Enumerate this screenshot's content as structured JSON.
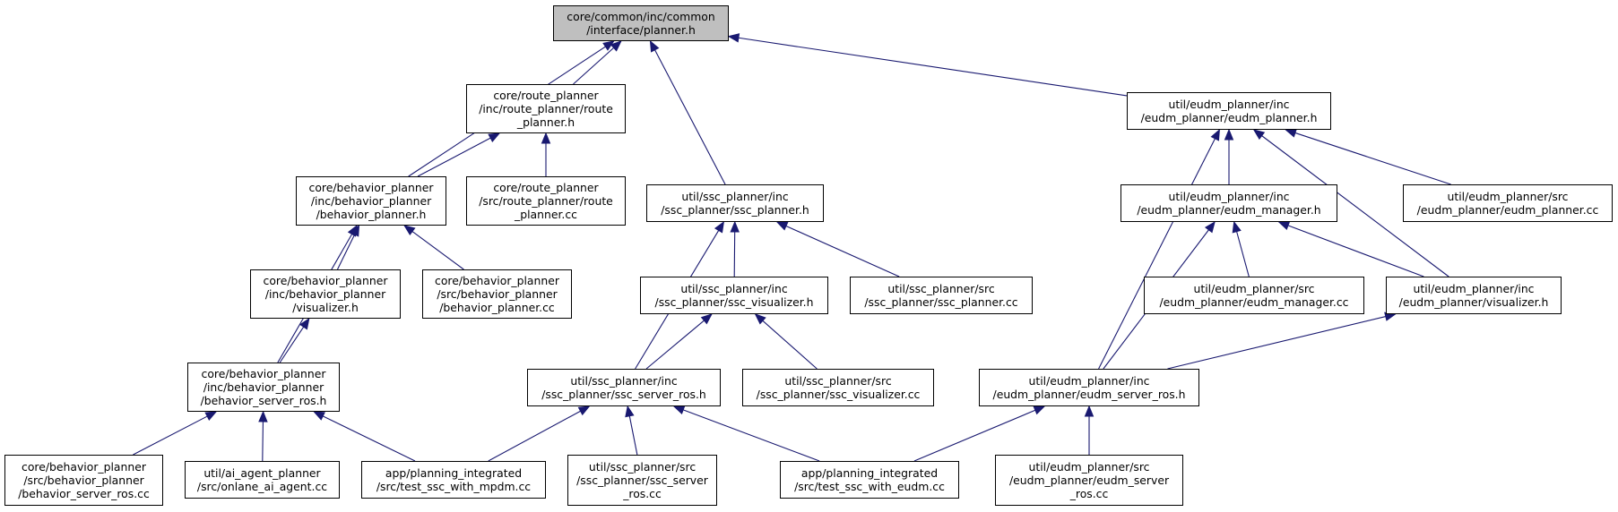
{
  "nodes": {
    "planner_h": [
      "core/common/inc/common",
      "/interface/planner.h"
    ],
    "route_planner_h": [
      "core/route_planner",
      "/inc/route_planner/route",
      "_planner.h"
    ],
    "route_planner_cc": [
      "core/route_planner",
      "/src/route_planner/route",
      "_planner.cc"
    ],
    "behavior_planner_h": [
      "core/behavior_planner",
      "/inc/behavior_planner",
      "/behavior_planner.h"
    ],
    "bp_visualizer_h": [
      "core/behavior_planner",
      "/inc/behavior_planner",
      "/visualizer.h"
    ],
    "behavior_planner_cc": [
      "core/behavior_planner",
      "/src/behavior_planner",
      "/behavior_planner.cc"
    ],
    "behavior_server_ros_h": [
      "core/behavior_planner",
      "/inc/behavior_planner",
      "/behavior_server_ros.h"
    ],
    "behavior_server_ros_cc": [
      "core/behavior_planner",
      "/src/behavior_planner",
      "/behavior_server_ros.cc"
    ],
    "onlane_ai_agent_cc": [
      "util/ai_agent_planner",
      "/src/onlane_ai_agent.cc"
    ],
    "test_ssc_with_mpdm_cc": [
      "app/planning_integrated",
      "/src/test_ssc_with_mpdm.cc"
    ],
    "ssc_planner_h": [
      "util/ssc_planner/inc",
      "/ssc_planner/ssc_planner.h"
    ],
    "ssc_visualizer_h": [
      "util/ssc_planner/inc",
      "/ssc_planner/ssc_visualizer.h"
    ],
    "ssc_planner_cc": [
      "util/ssc_planner/src",
      "/ssc_planner/ssc_planner.cc"
    ],
    "ssc_server_ros_h": [
      "util/ssc_planner/inc",
      "/ssc_planner/ssc_server_ros.h"
    ],
    "ssc_visualizer_cc": [
      "util/ssc_planner/src",
      "/ssc_planner/ssc_visualizer.cc"
    ],
    "ssc_server_ros_cc": [
      "util/ssc_planner/src",
      "/ssc_planner/ssc_server",
      "_ros.cc"
    ],
    "test_ssc_with_eudm_cc": [
      "app/planning_integrated",
      "/src/test_ssc_with_eudm.cc"
    ],
    "eudm_planner_h": [
      "util/eudm_planner/inc",
      "/eudm_planner/eudm_planner.h"
    ],
    "eudm_manager_h": [
      "util/eudm_planner/inc",
      "/eudm_planner/eudm_manager.h"
    ],
    "eudm_planner_cc": [
      "util/eudm_planner/src",
      "/eudm_planner/eudm_planner.cc"
    ],
    "eudm_manager_cc": [
      "util/eudm_planner/src",
      "/eudm_planner/eudm_manager.cc"
    ],
    "eudm_visualizer_h": [
      "util/eudm_planner/inc",
      "/eudm_planner/visualizer.h"
    ],
    "eudm_server_ros_h": [
      "util/eudm_planner/inc",
      "/eudm_planner/eudm_server_ros.h"
    ],
    "eudm_server_ros_cc": [
      "util/eudm_planner/src",
      "/eudm_planner/eudm_server",
      "_ros.cc"
    ]
  },
  "edges": [
    [
      "route_planner_h",
      "planner_h"
    ],
    [
      "behavior_planner_h",
      "planner_h"
    ],
    [
      "ssc_planner_h",
      "planner_h"
    ],
    [
      "eudm_planner_h",
      "planner_h"
    ],
    [
      "behavior_planner_h",
      "route_planner_h"
    ],
    [
      "route_planner_cc",
      "route_planner_h"
    ],
    [
      "bp_visualizer_h",
      "behavior_planner_h"
    ],
    [
      "behavior_planner_cc",
      "behavior_planner_h"
    ],
    [
      "behavior_server_ros_h",
      "behavior_planner_h"
    ],
    [
      "behavior_server_ros_h",
      "bp_visualizer_h"
    ],
    [
      "behavior_server_ros_cc",
      "behavior_server_ros_h"
    ],
    [
      "onlane_ai_agent_cc",
      "behavior_server_ros_h"
    ],
    [
      "test_ssc_with_mpdm_cc",
      "behavior_server_ros_h"
    ],
    [
      "ssc_visualizer_h",
      "ssc_planner_h"
    ],
    [
      "ssc_planner_cc",
      "ssc_planner_h"
    ],
    [
      "ssc_server_ros_h",
      "ssc_planner_h"
    ],
    [
      "ssc_server_ros_h",
      "ssc_visualizer_h"
    ],
    [
      "ssc_visualizer_cc",
      "ssc_visualizer_h"
    ],
    [
      "test_ssc_with_mpdm_cc",
      "ssc_server_ros_h"
    ],
    [
      "ssc_server_ros_cc",
      "ssc_server_ros_h"
    ],
    [
      "test_ssc_with_eudm_cc",
      "ssc_server_ros_h"
    ],
    [
      "eudm_manager_h",
      "eudm_planner_h"
    ],
    [
      "eudm_planner_cc",
      "eudm_planner_h"
    ],
    [
      "eudm_visualizer_h",
      "eudm_planner_h"
    ],
    [
      "eudm_server_ros_h",
      "eudm_planner_h"
    ],
    [
      "eudm_manager_cc",
      "eudm_manager_h"
    ],
    [
      "eudm_visualizer_h",
      "eudm_manager_h"
    ],
    [
      "eudm_server_ros_h",
      "eudm_manager_h"
    ],
    [
      "eudm_server_ros_h",
      "eudm_visualizer_h"
    ],
    [
      "test_ssc_with_eudm_cc",
      "eudm_server_ros_h"
    ],
    [
      "eudm_server_ros_cc",
      "eudm_server_ros_h"
    ]
  ],
  "colors": {
    "edge": "#191970",
    "node_border": "#000000",
    "root_fill": "#bfbfbf"
  }
}
